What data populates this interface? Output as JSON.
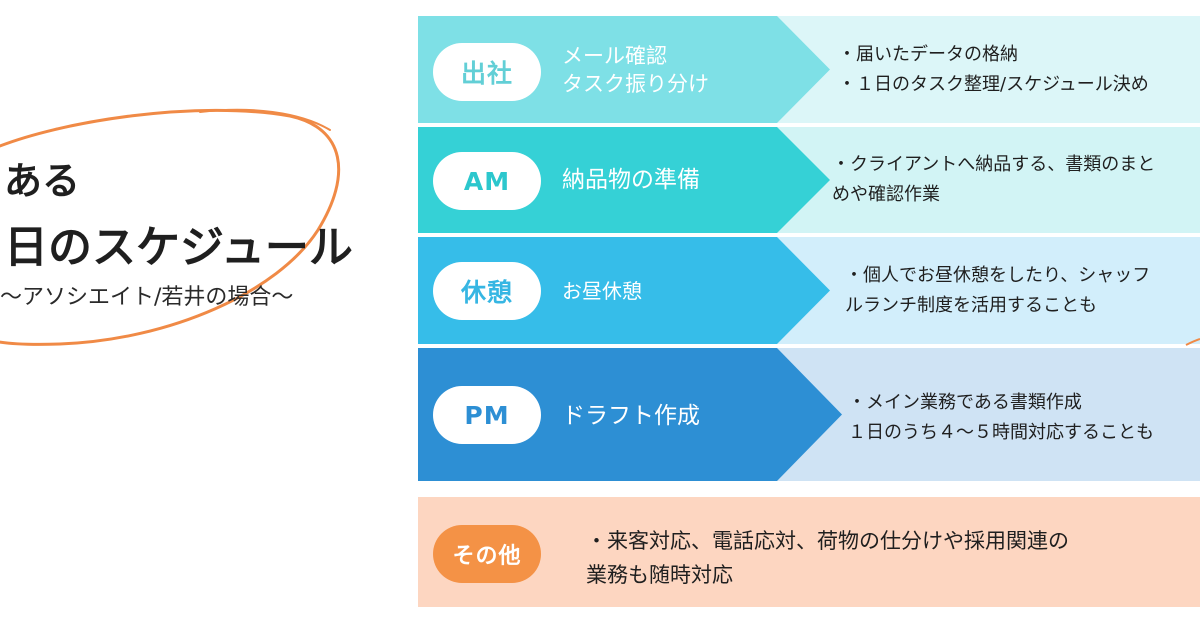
{
  "title": {
    "line1": "ある",
    "line2": "日のスケジュール",
    "subtitle": "〜アソシエイト/若井の場合〜"
  },
  "colors": {
    "accent_orange": "#f08a46",
    "shukkin": "#7ee0e6",
    "am": "#35d1d6",
    "kyukei": "#36bde9",
    "pm": "#2d8fd4",
    "other": "#fdd6c1"
  },
  "rows": [
    {
      "label": "出社",
      "task_lines": [
        "メール確認",
        "タスク振り分け"
      ],
      "detail_lines": [
        "・届いたデータの格納",
        "・１日のタスク整理/スケジュール決め"
      ]
    },
    {
      "label": "AM",
      "task_lines": [
        "納品物の準備"
      ],
      "detail_lines": [
        "・クライアントへ納品する、書類のまと",
        "めや確認作業"
      ]
    },
    {
      "label": "休憩",
      "task_lines": [
        "お昼休憩"
      ],
      "detail_lines": [
        "・個人でお昼休憩をしたり、シャッフ",
        "ルランチ制度を活用することも"
      ]
    },
    {
      "label": "PM",
      "task_lines": [
        "ドラフト作成"
      ],
      "detail_lines": [
        "・メイン業務である書類作成",
        "１日のうち４〜５時間対応することも"
      ]
    }
  ],
  "other": {
    "label": "その他",
    "detail_lines": [
      "・来客対応、電話応対、荷物の仕分けや採用関連の",
      "業務も随時対応"
    ]
  }
}
